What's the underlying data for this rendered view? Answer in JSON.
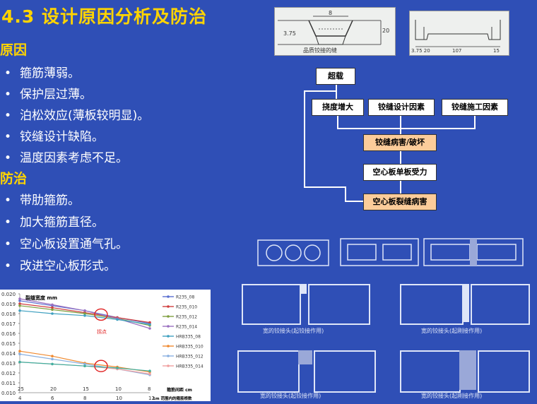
{
  "title": "4.3 设计原因分析及防治",
  "causes": {
    "heading": "原因",
    "items": [
      "箍筋薄弱。",
      "保护层过薄。",
      "泊松效应(薄板较明显)。",
      "铰缝设计缺陷。",
      "温度因素考虑不足。"
    ]
  },
  "remedies": {
    "heading": "防治",
    "items": [
      "带肋箍筋。",
      "加大箍筋直径。",
      "空心板设置通气孔。",
      "改进空心板形式。"
    ]
  },
  "photo1": {
    "caption": "品质铰接的缝",
    "dim_left": "3.75",
    "dim_right": "20",
    "dim_top": "8"
  },
  "photo2": {
    "labels": [
      "3.75 20",
      "107",
      "15"
    ]
  },
  "flow": {
    "top": "超载",
    "row": [
      "挠度增大",
      "铰缝设计因素",
      "铰缝施工因素"
    ],
    "damage": "铰缝病害/破坏",
    "single": "空心板单板受力",
    "final": "空心板裂缝病害"
  },
  "sections": {
    "caption_left_1": "宽的铰接头(起铰接作用)",
    "caption_right_1": "宽的铰接头(起刚接作用)",
    "caption_left_2": "宽的铰接头(起铰接作用)",
    "caption_right_2": "宽的铰接头(起刚接作用)"
  },
  "chart_data": {
    "type": "line",
    "ylabel": "裂缝宽度 mm",
    "xlabel": "箍筋间距 cm",
    "xlabel2": "1m 范围内的箍筋根数",
    "annotation": "拐点",
    "x": [
      4,
      6,
      8,
      10,
      12
    ],
    "x_top_ticks": [
      "25",
      "20",
      "15",
      "10",
      "8"
    ],
    "yticks": [
      "0.010",
      "0.011",
      "0.012",
      "0.013",
      "0.014",
      "0.015",
      "0.016",
      "0.017",
      "0.018",
      "0.019",
      "0.020"
    ],
    "ylim": [
      0.01,
      0.02
    ],
    "series": [
      {
        "name": "R235_08",
        "color": "#5a6fd0",
        "values": [
          0.0193,
          0.0188,
          0.0183,
          0.0176,
          0.017
        ]
      },
      {
        "name": "R235_010",
        "color": "#d04040",
        "values": [
          0.019,
          0.0186,
          0.0181,
          0.0176,
          0.0171
        ]
      },
      {
        "name": "R235_012",
        "color": "#80a040",
        "values": [
          0.0188,
          0.0184,
          0.018,
          0.0175,
          0.0168
        ]
      },
      {
        "name": "R235_014",
        "color": "#9a70c0",
        "values": [
          0.0195,
          0.0189,
          0.0183,
          0.0175,
          0.0165
        ]
      },
      {
        "name": "HRB335_08",
        "color": "#3fa0c0",
        "values": [
          0.0183,
          0.018,
          0.0178,
          0.0174,
          0.0169
        ]
      },
      {
        "name": "HRB335_010",
        "color": "#f08a30",
        "values": [
          0.0142,
          0.0137,
          0.013,
          0.0126,
          0.0121
        ]
      },
      {
        "name": "HRB335_012",
        "color": "#8ab0e0",
        "values": [
          0.0139,
          0.0134,
          0.0129,
          0.0124,
          0.0118
        ]
      },
      {
        "name": "HRB335_014",
        "color": "#f0a0a0",
        "values": [
          0.0131,
          0.0129,
          0.0127,
          0.0124,
          0.0119
        ]
      }
    ],
    "highlight_lines": [
      0.0127,
      0.0131
    ],
    "extra_series": [
      {
        "color": "#40b0a0",
        "values": [
          0.0131,
          0.0129,
          0.0127,
          0.0125,
          0.0122
        ]
      }
    ]
  }
}
